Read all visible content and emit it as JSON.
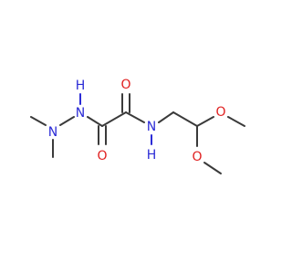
{
  "colors": {
    "carbon_bond": "#3a3a3a",
    "nitrogen": "#2b2bd6",
    "oxygen": "#e02020",
    "background": "#ffffff"
  },
  "atoms": {
    "n_hydrazide_nh": "N",
    "h_on_nh": "H",
    "n_dimethyl": "N",
    "o_carbonyl_left": "O",
    "o_carbonyl_right": "O",
    "n_amide": "N",
    "h_on_amide": "H",
    "o_methoxy_upper": "O",
    "o_methoxy_lower": "O"
  }
}
